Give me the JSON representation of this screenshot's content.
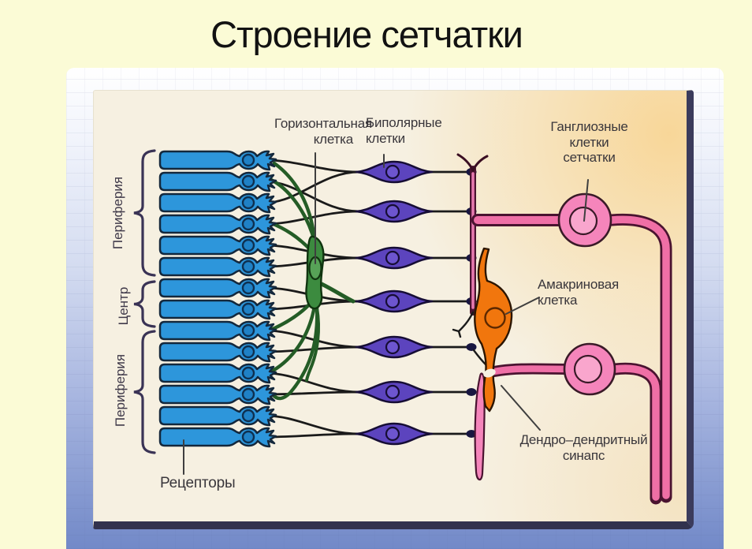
{
  "title": "Строение сетчатки",
  "labels": {
    "horizontal_cell": {
      "line1": "Горизонтальная",
      "line2": "клетка"
    },
    "bipolar": {
      "line1": "Биполярные",
      "line2": "клетки"
    },
    "ganglion": {
      "line1": "Ганглиозные",
      "line2": "клетки",
      "line3": "сетчатки"
    },
    "amacrine": {
      "line1": "Амакриновая",
      "line2": "клетка"
    },
    "dendro_synapse": {
      "line1": "Дендро–дендритный",
      "line2": "синапс"
    },
    "receptors": "Рецепторы",
    "zones": {
      "top": "Периферия",
      "middle": "Центр",
      "bottom": "Периферия"
    }
  },
  "colors": {
    "page_bg": "#FBFBD6",
    "panel_bg": "#F6F0E1",
    "receptor_blue": "#2D96DB",
    "receptor_nucleus": "#1F81C6",
    "bipolar_purple": "#5C44BE",
    "horizontal_green": "#3C8B3F",
    "amacrine_orange": "#F1760D",
    "ganglion_pink": "#F585BB",
    "axon_pink": "#EF6FA6",
    "outline_dark": "#14283C",
    "line_black": "#1a1a1a"
  },
  "figure": {
    "receptor_count": 14,
    "bipolar_count": 7,
    "ganglion_count": 2,
    "receptor_rows": [
      203,
      230,
      257,
      284,
      311,
      338,
      365,
      392,
      419,
      446,
      473,
      500,
      527,
      554
    ],
    "bipolar_rows": [
      218,
      268,
      327,
      382,
      440,
      497,
      550
    ],
    "connections": [
      [
        0,
        0
      ],
      [
        1,
        1
      ],
      [
        2,
        0
      ],
      [
        3,
        1
      ],
      [
        4,
        2
      ],
      [
        5,
        2
      ],
      [
        6,
        3
      ],
      [
        7,
        3
      ],
      [
        8,
        4
      ],
      [
        9,
        4
      ],
      [
        10,
        5
      ],
      [
        11,
        5
      ],
      [
        12,
        6
      ],
      [
        13,
        6
      ]
    ],
    "zone_groups": {
      "top_receptors": 6,
      "middle_receptors": 2,
      "bottom_receptors": 6
    }
  }
}
